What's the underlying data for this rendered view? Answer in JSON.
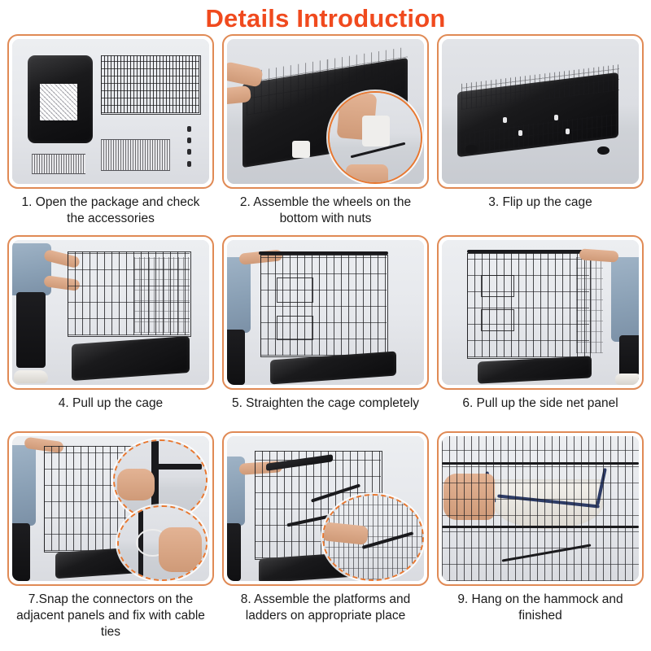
{
  "header": {
    "title": "Details Introduction",
    "title_color": "#F04A1E"
  },
  "theme": {
    "panel_border_color": "#E08A55",
    "inset_border_color": "#E8772F",
    "caption_color": "#1B1B1B",
    "background": "#FFFFFF"
  },
  "steps": [
    {
      "number": "1",
      "caption": "1. Open the package and check the accessories",
      "scene": "flat-lay of black plastic tray with white mesh hammock, folded wire cage panels, metal bars and screw hardware",
      "insets": 0
    },
    {
      "number": "2",
      "caption": "2. Assemble the wheels on the bottom with nuts",
      "scene": "hands attaching white caster wheels to the underside of the folded cage base",
      "insets": 1
    },
    {
      "number": "3",
      "caption": "3. Flip up the cage",
      "scene": "folded flat black wire cage lying on studio floor after being flipped over",
      "insets": 0
    },
    {
      "number": "4",
      "caption": "4. Pull up the cage",
      "scene": "person in denim jacket, black pants and white sneakers lifting the cage panel upright from the tray",
      "insets": 0
    },
    {
      "number": "5",
      "caption": "5. Straighten the cage completely",
      "scene": "person holding top rail of the fully straightened upright wire cage",
      "insets": 0
    },
    {
      "number": "6",
      "caption": "6. Pull up the side net panel",
      "scene": "person at right pulling the side net panel of the assembled cage into position",
      "insets": 0
    },
    {
      "number": "7",
      "caption": "7.Snap the connectors on the adjacent panels and fix with cable ties",
      "scene": "person snapping panel connectors, with two circular close-up insets showing the clip connector and a cable tie",
      "insets": 2
    },
    {
      "number": "8",
      "caption": "8. Assemble the platforms and ladders on appropriate place",
      "scene": "person fitting interior platforms and ladder shelves, circular inset showing hand locking a shelf",
      "insets": 1
    },
    {
      "number": "9",
      "caption": "9. Hang on the hammock and finished",
      "scene": "close-up of hand hanging the white hammock with navy blue straps inside the finished cage",
      "insets": 0
    }
  ]
}
